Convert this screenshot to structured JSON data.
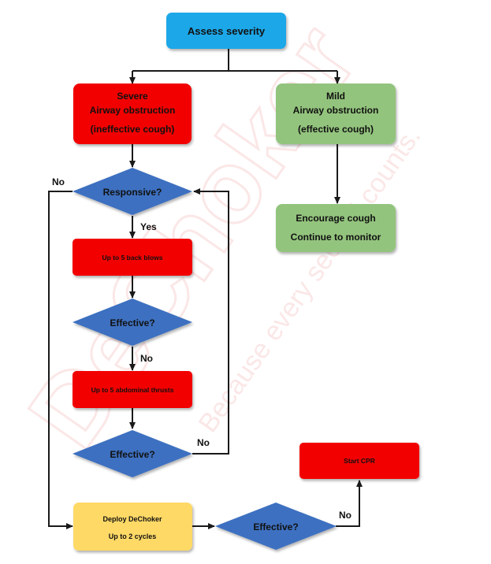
{
  "colors": {
    "blue_box": "#1EA7E8",
    "red_box": "#F20000",
    "green_box": "#93C47D",
    "yellow_box": "#FFD966",
    "diamond": "#3C6FC0",
    "line": "#1a1a1a",
    "watermark": "#e04040"
  },
  "watermark": {
    "brand": "DeChoker",
    "tagline": "Because every second counts."
  },
  "nodes": {
    "assess": {
      "line1": "Assess severity"
    },
    "severe": {
      "line1": "Severe",
      "line2": "Airway obstruction",
      "line3": "(ineffective cough)"
    },
    "mild": {
      "line1": "Mild",
      "line2": "Airway obstruction",
      "line3": "(effective cough)"
    },
    "responsive": {
      "line1": "Responsive?"
    },
    "encourage": {
      "line1": "Encourage cough",
      "line2": "Continue to monitor"
    },
    "back_blows": {
      "line1": "Up to 5 back blows"
    },
    "effective1": {
      "line1": "Effective?"
    },
    "abdominal": {
      "line1": "Up to 5 abdominal thrusts"
    },
    "effective2": {
      "line1": "Effective?"
    },
    "deploy": {
      "line1": "Deploy DeChoker",
      "line2": "Up to 2 cycles"
    },
    "effective3": {
      "line1": "Effective?"
    },
    "cpr": {
      "line1": "Start CPR"
    }
  },
  "edges": {
    "responsive_no": "No",
    "responsive_yes": "Yes",
    "effective1_no": "No",
    "effective2_no": "No",
    "effective3_no": "No"
  }
}
